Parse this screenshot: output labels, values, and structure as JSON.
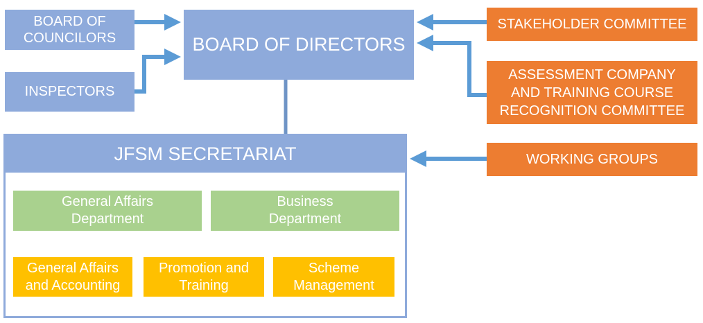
{
  "diagram": {
    "board_of_councilors": "BOARD OF\nCOUNCILORS",
    "inspectors": "INSPECTORS",
    "board_of_directors": "BOARD OF DIRECTORS",
    "stakeholder_committee": "STAKEHOLDER COMMITTEE",
    "assessment_committee": "ASSESSMENT COMPANY\nAND TRAINING COURSE\nRECOGNITION  COMMITTEE",
    "working_groups": "WORKING GROUPS",
    "secretariat": {
      "title": "JFSM SECRETARIAT",
      "departments": [
        "General Affairs\nDepartment",
        "Business\nDepartment"
      ],
      "sections": [
        "General Affairs\nand Accounting",
        "Promotion and\nTraining",
        "Scheme\nManagement"
      ]
    }
  },
  "colors": {
    "blue": "#8eaadb",
    "arrow_blue": "#5b9bd5",
    "orange": "#ed7d31",
    "green": "#a9d18e",
    "yellow": "#ffc000",
    "connector_blue": "#6f94c6"
  }
}
